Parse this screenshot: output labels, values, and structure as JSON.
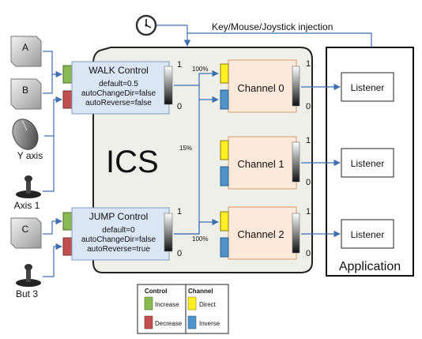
{
  "injection_label": "Key/Mouse/Joystick injection",
  "ics_label": "ICS",
  "application_label": "Application",
  "inputs": [
    {
      "icon": "key-cap-icon",
      "label": "A"
    },
    {
      "icon": "key-cap-icon",
      "label": "B"
    },
    {
      "icon": "mouse-icon",
      "label": "Y axis"
    },
    {
      "icon": "joystick-icon",
      "label": "Axis 1"
    },
    {
      "icon": "key-cap-icon",
      "label": "C"
    },
    {
      "icon": "joystick-icon",
      "label": "But 3"
    }
  ],
  "controls": [
    {
      "title": "WALK Control",
      "lines": [
        "default=0.5",
        "autoChangeDir=false",
        "autoReverse=false"
      ],
      "max": "1",
      "min": "0"
    },
    {
      "title": "JUMP Control",
      "lines": [
        "default=0",
        "autoChangeDir=false",
        "autoReverse=true"
      ],
      "max": "1",
      "min": "0"
    }
  ],
  "channels": [
    {
      "title": "Channel 0",
      "max": "1",
      "min": "0"
    },
    {
      "title": "Channel 1",
      "max": "1",
      "min": "0"
    },
    {
      "title": "Channel 2",
      "max": "1",
      "min": "0"
    }
  ],
  "listeners": [
    "Listener",
    "Listener",
    "Listener"
  ],
  "link_labels": {
    "walk_to_ch0": "100%",
    "walk_to_ch1": "15%",
    "jump_to_ch2": "100%"
  },
  "legend": {
    "control_header": "Control",
    "channel_header": "Channel",
    "items": [
      {
        "label": "Increase",
        "color": "#8ab852"
      },
      {
        "label": "Decrease",
        "color": "#c0504d"
      },
      {
        "label": "Direct",
        "color": "#ffee22"
      },
      {
        "label": "Inverse",
        "color": "#4f93c8"
      }
    ]
  },
  "colors": {
    "increase": "#8ab852",
    "decrease": "#c0504d",
    "direct": "#ffee22",
    "inverse": "#4f93c8",
    "control_box": "#dbe6f4",
    "channel_box": "#fde9d9",
    "ics_body": "#efefea",
    "connector": "#3f6fb0"
  }
}
